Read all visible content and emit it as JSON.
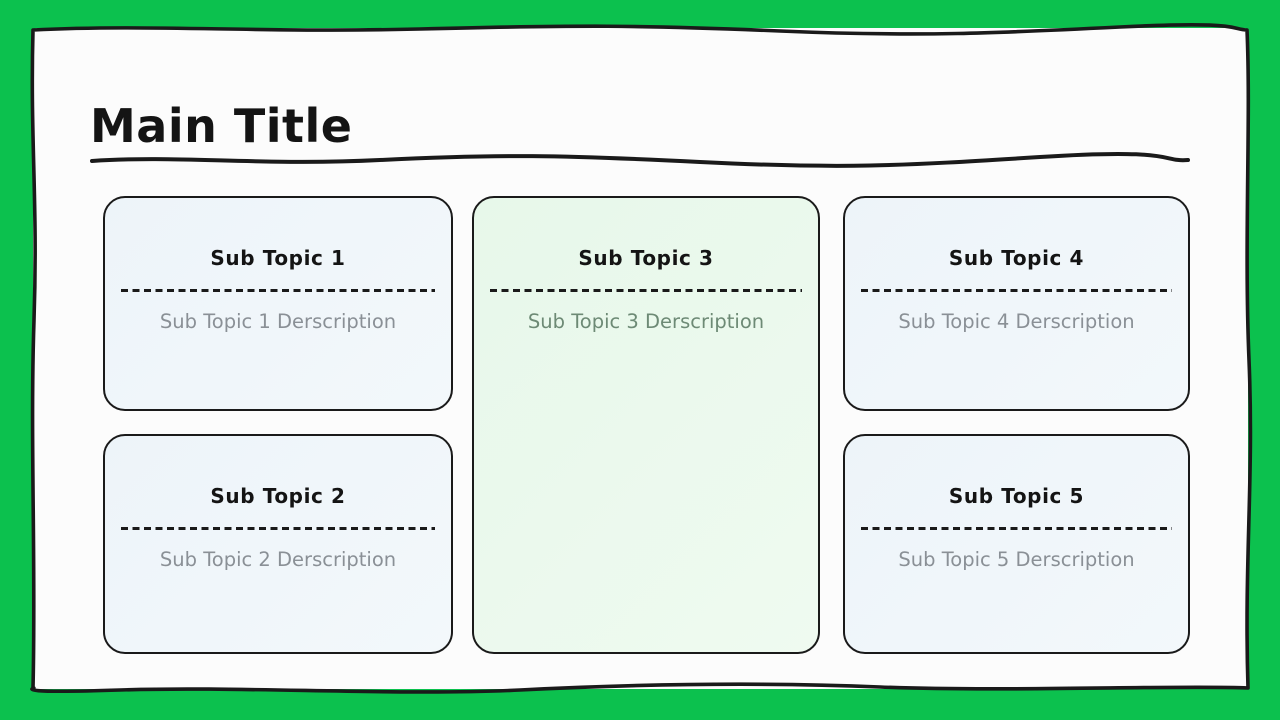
{
  "slide": {
    "title": "Main Title"
  },
  "colors": {
    "frame_green": "#0cc14e",
    "panel_bg": "#fcfcfc",
    "ink_black": "#1a1a1a",
    "card_blue_bg": "#eff5fa",
    "card_green_bg": "#e9f8ec",
    "desc_gray": "#8a9096",
    "desc_green_gray": "#6d8a75"
  },
  "cards": [
    {
      "title": "Sub Topic 1",
      "description": "Sub Topic 1 Derscription",
      "variant": "blue"
    },
    {
      "title": "Sub Topic 2",
      "description": "Sub Topic 2 Derscription",
      "variant": "blue"
    },
    {
      "title": "Sub Topic 3",
      "description": "Sub Topic 3 Derscription",
      "variant": "green"
    },
    {
      "title": "Sub Topic 4",
      "description": "Sub Topic 4 Derscription",
      "variant": "blue"
    },
    {
      "title": "Sub Topic 5",
      "description": "Sub Topic 5 Derscription",
      "variant": "blue"
    }
  ]
}
